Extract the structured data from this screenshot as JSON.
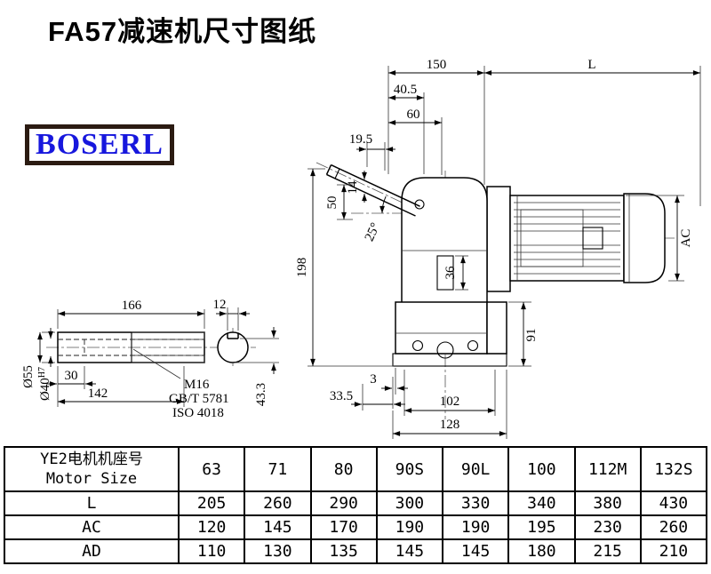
{
  "page": {
    "title": "FA57减速机尺寸图纸"
  },
  "logo": {
    "text": "BOSERL"
  },
  "drawing": {
    "dims": {
      "top_150": "150",
      "top_L": "L",
      "d40_5": "40.5",
      "d60": "60",
      "d19_5": "19.5",
      "d50": "50",
      "d14": "14",
      "angle": "25°",
      "d198": "198",
      "ac": "AC",
      "d36": "36",
      "d91": "91",
      "d3": "3",
      "d33_5": "33.5",
      "d102": "102",
      "d128": "128",
      "d166": "166",
      "d12": "12",
      "d30": "30",
      "d142": "142",
      "dia55": "Ø55",
      "dia40": "Ø40",
      "dia40_sup": "H7",
      "d43_3": "43.3",
      "m16": "M16",
      "gbt": "GB/T 5781",
      "iso": "ISO 4018"
    }
  },
  "table": {
    "motor_label_cn": "YE2电机机座号",
    "motor_label_en": "Motor Size",
    "sizes": [
      "63",
      "71",
      "80",
      "90S",
      "90L",
      "100",
      "112M",
      "132S"
    ],
    "rows": [
      {
        "label": "L",
        "values": [
          "205",
          "260",
          "290",
          "300",
          "330",
          "340",
          "380",
          "430"
        ]
      },
      {
        "label": "AC",
        "values": [
          "120",
          "145",
          "170",
          "190",
          "190",
          "195",
          "230",
          "260"
        ]
      },
      {
        "label": "AD",
        "values": [
          "110",
          "130",
          "135",
          "145",
          "145",
          "180",
          "215",
          "210"
        ]
      }
    ]
  }
}
